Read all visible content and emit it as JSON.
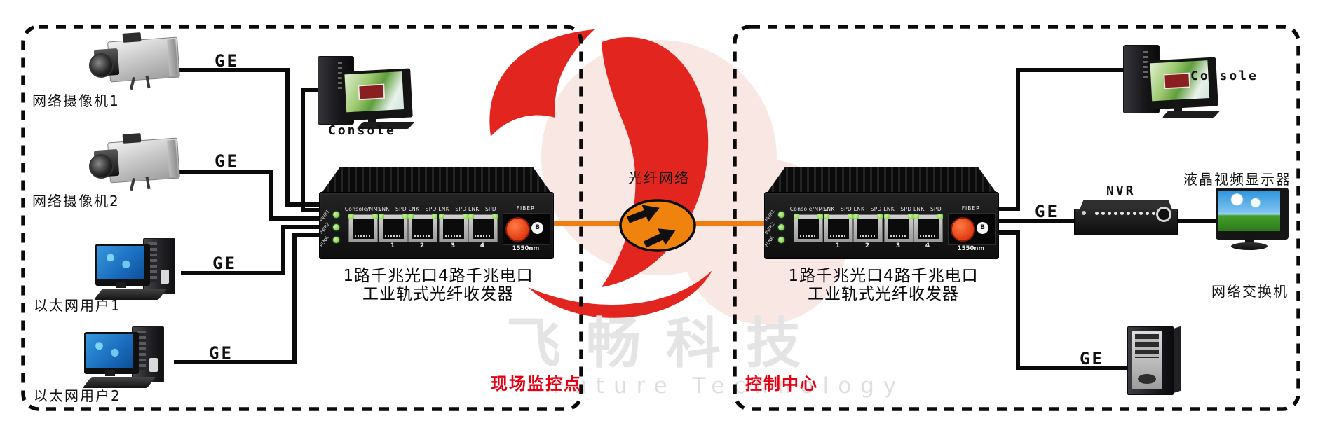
{
  "diagram": {
    "fiber_network_label": "光纤网络",
    "site_zone": {
      "name": "现场监控点",
      "camera1": {
        "label": "网络摄像机1",
        "link": "GE"
      },
      "camera2": {
        "label": "网络摄像机2",
        "link": "GE"
      },
      "user1": {
        "label": "以太网用户1",
        "link": "GE"
      },
      "user2": {
        "label": "以太网用户2",
        "link": "GE"
      },
      "console": {
        "label": "Console"
      }
    },
    "control_zone": {
      "name": "控制中心",
      "console": {
        "label": "Console"
      },
      "nvr": {
        "label": "NVR",
        "link": "GE"
      },
      "display": {
        "label": "液晶视频显示器"
      },
      "switch_pc": {
        "label": "网络交换机",
        "link": "GE"
      }
    }
  },
  "converter": {
    "caption_line1": "1路千兆光口4路千兆电口",
    "caption_line2": "工业轨式光纤收发器",
    "panel": {
      "console_port_label": "Console/NMS",
      "port_status_labels": [
        "LNK",
        "SPD LNK",
        "SPD LNK",
        "SPD LNK",
        "SPD"
      ],
      "port_numbers": [
        "1",
        "2",
        "3",
        "4"
      ],
      "fiber_label": "FIBER",
      "fiber_type": "B",
      "wavelength": "1550nm",
      "side_led_labels": [
        "PWR1",
        "PWR2",
        "FLNK"
      ]
    }
  },
  "watermark": {
    "brand": "飞畅科技",
    "slogan": "Future Technology"
  },
  "colors": {
    "accent_orange": "#EF7D13",
    "logo_red": "#E2261F",
    "zone_red": "#E60012",
    "led_green": "#7ED24A",
    "line_black": "#0A0A0A"
  }
}
